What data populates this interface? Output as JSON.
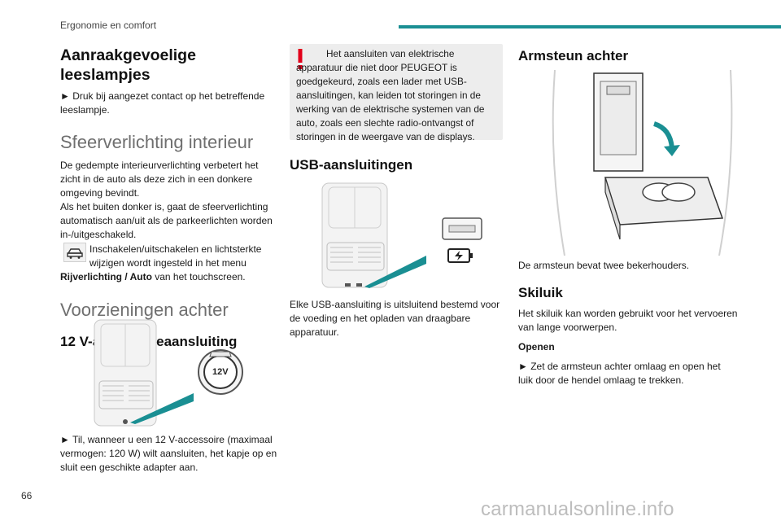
{
  "header": {
    "section": "Ergonomie en comfort"
  },
  "footer": {
    "page": "66",
    "watermark": "carmanualsonline.info"
  },
  "col1": {
    "touch_title": "Aanraakgevoelige leeslampjes",
    "touch_text": "► Druk bij aangezet contact op het betreffende leeslampje.",
    "ambient_title": "Sfeerverlichting interieur",
    "ambient_p1": "De gedempte interieurverlichting verbetert het zicht in de auto als deze zich in een donkere omgeving bevindt.",
    "ambient_p2": "Als het buiten donker is, gaat de sfeerverlichting automatisch aan/uit als de parkeerlichten worden in-/uitgeschakeld.",
    "ambient_icon_text": "Inschakelen/uitschakelen en lichtsterkte wijzigen wordt ingesteld in het menu",
    "ambient_menu_bold": "Rijverlichting / Auto",
    "ambient_menu_rest": " van het touchscreen.",
    "rear_title": "Voorzieningen achter",
    "acc_title": "12 V-accessoireaansluiting",
    "acc_socket_label": "12V",
    "acc_text": "► Til, wanneer u een 12 V-accessoire (maximaal vermogen: 120 W) wilt aansluiten, het kapje op en sluit een geschikte adapter aan."
  },
  "col2": {
    "warning_icon": "exclamation-warning-icon",
    "warning_text": "Het aansluiten van elektrische apparatuur die niet door PEUGEOT is goedgekeurd, zoals een lader met USB-aansluitingen, kan leiden tot storingen in de werking van de elektrische systemen van de auto, zoals een slechte radio-ontvangst of storingen in de weergave van de displays.",
    "usb_title": "USB-aansluitingen",
    "usb_text": "Elke USB-aansluiting is uitsluitend bestemd voor de voeding en het opladen van draagbare apparatuur."
  },
  "col3": {
    "armrest_title": "Armsteun achter",
    "armrest_text": "De armsteun bevat twee bekerhouders.",
    "ski_title": "Skiluik",
    "ski_text": "Het skiluik kan worden gebruikt voor het vervoeren van lange voorwerpen.",
    "open_label": "Openen",
    "open_text": "► Zet de armsteun achter omlaag en open het luik door de hendel omlaag te trekken."
  },
  "colors": {
    "accent": "#1a8f93",
    "warning": "#e2001a",
    "grey_box": "#ededed"
  }
}
